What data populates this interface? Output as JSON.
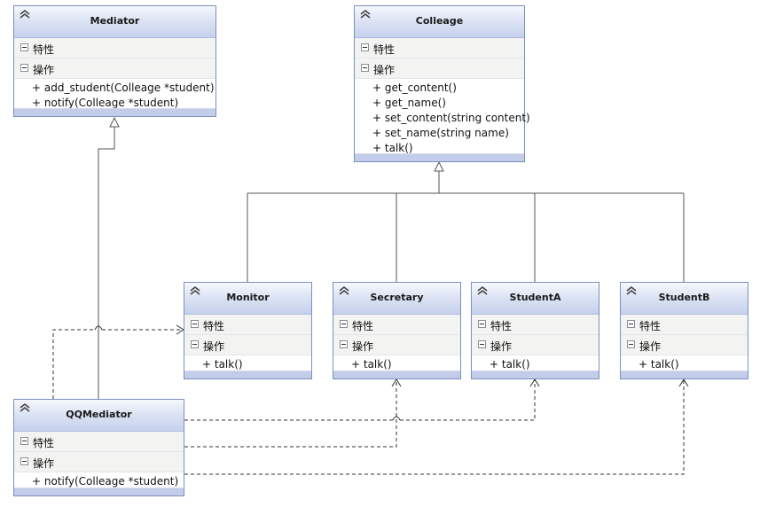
{
  "section_labels": {
    "attributes": "特性",
    "operations": "操作"
  },
  "classes": {
    "mediator": {
      "name": "Mediator",
      "operations": [
        "+ add_student(Colleage *student)",
        "+ notify(Colleage *student)"
      ]
    },
    "colleage": {
      "name": "Colleage",
      "operations": [
        "+ get_content()",
        "+ get_name()",
        "+ set_content(string content)",
        "+ set_name(string name)",
        "+ talk()"
      ]
    },
    "monitor": {
      "name": "Monitor",
      "operations": [
        "+ talk()"
      ]
    },
    "secretary": {
      "name": "Secretary",
      "operations": [
        "+ talk()"
      ]
    },
    "studenta": {
      "name": "StudentA",
      "operations": [
        "+ talk()"
      ]
    },
    "studentb": {
      "name": "StudentB",
      "operations": [
        "+ talk()"
      ]
    },
    "qqmediator": {
      "name": "QQMediator",
      "operations": [
        "+ notify(Colleage *student)"
      ]
    }
  },
  "relationships": [
    {
      "type": "generalization",
      "from": "QQMediator",
      "to": "Mediator"
    },
    {
      "type": "generalization",
      "from": "Monitor",
      "to": "Colleage"
    },
    {
      "type": "generalization",
      "from": "Secretary",
      "to": "Colleage"
    },
    {
      "type": "generalization",
      "from": "StudentA",
      "to": "Colleage"
    },
    {
      "type": "generalization",
      "from": "StudentB",
      "to": "Colleage"
    },
    {
      "type": "dependency",
      "from": "QQMediator",
      "to": "Monitor"
    },
    {
      "type": "dependency",
      "from": "QQMediator",
      "to": "Secretary"
    },
    {
      "type": "dependency",
      "from": "QQMediator",
      "to": "StudentA"
    },
    {
      "type": "dependency",
      "from": "QQMediator",
      "to": "StudentB"
    }
  ],
  "colors": {
    "border": "#7b90bf",
    "header": "#c6d1ec",
    "section": "#f3f4f1",
    "line": "#555555"
  }
}
